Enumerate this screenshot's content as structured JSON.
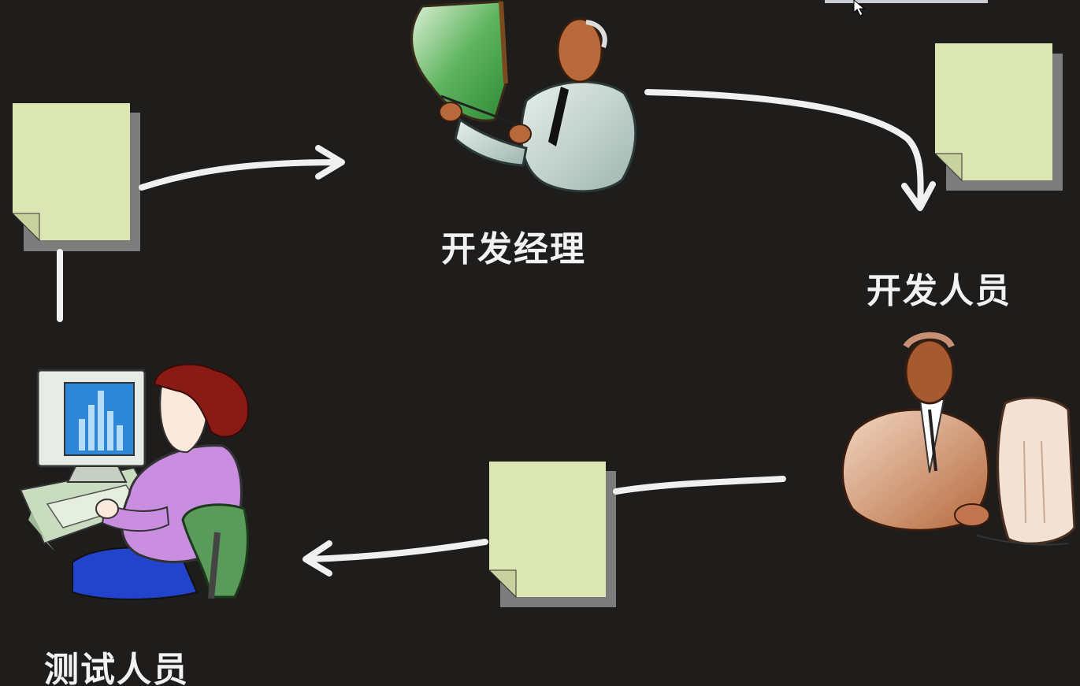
{
  "roles": {
    "dev_manager": "开发经理",
    "developer": "开发人员",
    "tester": "测试人员"
  },
  "colors": {
    "background": "#1f1c1c",
    "document_fill": "#dbe6b2",
    "document_shadow": "#7c7c7c",
    "arrow": "#f0f0f0",
    "label_text": "#f2f2f2"
  },
  "icons": {
    "dev_manager": "presenter-at-board-icon",
    "developer": "person-at-computer-icon",
    "tester": "woman-at-computer-icon",
    "document": "document-icon",
    "cursor": "mouse-pointer-icon"
  }
}
